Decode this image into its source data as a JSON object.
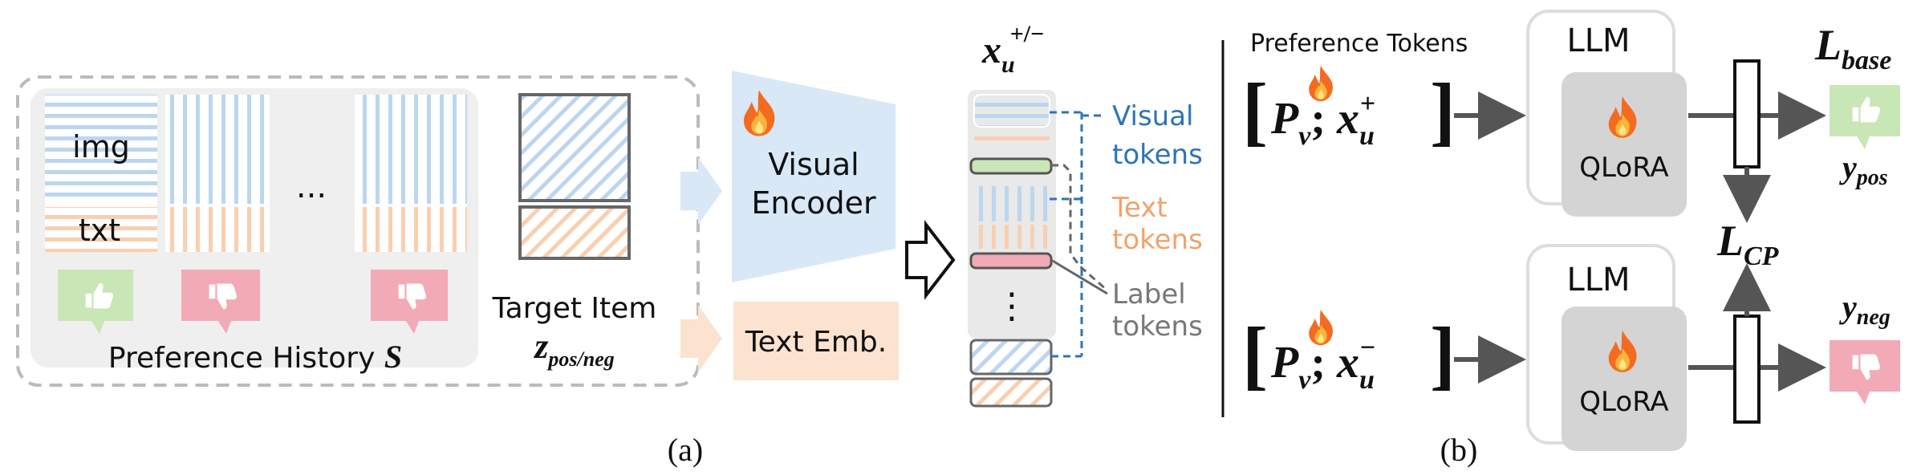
{
  "panel_a": {
    "caption": "(a)",
    "history_label": "Preference History ",
    "history_symbol": "S",
    "img_label": "img",
    "txt_label": "txt",
    "ellipsis": "...",
    "target_label": "Target Item",
    "target_symbol_main": "z",
    "target_symbol_sub": "pos/neg",
    "visual_encoder_line1": "Visual",
    "visual_encoder_line2": "Encoder",
    "text_emb": "Text Emb.",
    "seq_symbol_main": "x",
    "seq_symbol_sub": "u",
    "seq_symbol_sup": "+/−",
    "seq_vdots": "⋮",
    "legend_visual_1": "Visual",
    "legend_visual_2": "tokens",
    "legend_text_1": "Text",
    "legend_text_2": "tokens",
    "legend_label_1": "Label",
    "legend_label_2": "tokens"
  },
  "panel_b": {
    "caption": "(b)",
    "pref_tokens": "Preference Tokens",
    "top_llm": "LLM",
    "top_qlora": "QLoRA",
    "bottom_llm": "LLM",
    "bottom_qlora": "QLoRA",
    "input_top": {
      "p": "P",
      "p_sub": "v",
      "sep": ";",
      "x": "x",
      "x_sub": "u",
      "x_sup": "+"
    },
    "input_bottom": {
      "p": "P",
      "p_sub": "v",
      "sep": ";",
      "x": "x",
      "x_sub": "u",
      "x_sup": "−"
    },
    "loss_base_main": "L",
    "loss_base_sub": "base",
    "loss_cp_main": "L",
    "loss_cp_sub": "CP",
    "y_pos_main": "y",
    "y_pos_sub": "pos",
    "y_neg_main": "y",
    "y_neg_sub": "neg"
  },
  "colors": {
    "blue_stripe": "#bcd6ef",
    "orange_stripe": "#f8cfb0",
    "like_green": "#c9e6b6",
    "dislike_red": "#f2aab6",
    "encoder_blue": "#d8e8f6",
    "text_emb_orange": "#fbe3cf",
    "visual_token_text": "#2e74b5",
    "text_token_text": "#f0a36b",
    "label_token_text": "#777777"
  }
}
